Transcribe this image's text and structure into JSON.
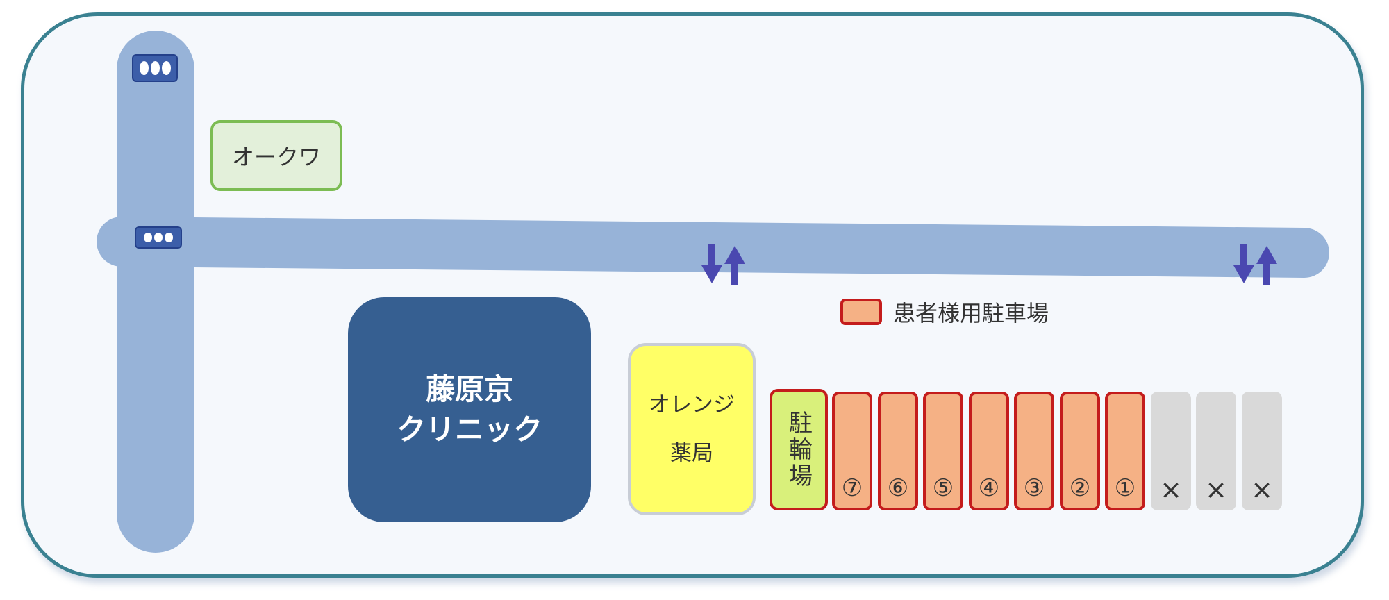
{
  "map": {
    "landmarks": {
      "okuwa": "オークワ",
      "clinic_line1": "藤原京",
      "clinic_line2": "クリニック",
      "pharmacy_line1": "オレンジ",
      "pharmacy_line2": "薬局",
      "bicycle_parking": "駐輪場"
    },
    "legend": {
      "label": "患者様用駐車場",
      "color": "#f5b185"
    },
    "parking_slots": [
      {
        "label": "⑦",
        "type": "patient"
      },
      {
        "label": "⑥",
        "type": "patient"
      },
      {
        "label": "⑤",
        "type": "patient"
      },
      {
        "label": "④",
        "type": "patient"
      },
      {
        "label": "③",
        "type": "patient"
      },
      {
        "label": "②",
        "type": "patient"
      },
      {
        "label": "①",
        "type": "patient"
      },
      {
        "label": "×",
        "type": "unavailable"
      },
      {
        "label": "×",
        "type": "unavailable"
      },
      {
        "label": "×",
        "type": "unavailable"
      }
    ],
    "icons": [
      "traffic-signal-icon",
      "traffic-signal-icon",
      "entrance-exit-arrows-icon",
      "entrance-exit-arrows-icon"
    ],
    "colors": {
      "road": "#97b3d8",
      "frame_border": "#3a8191",
      "clinic": "#365f91",
      "pharmacy": "#ffff66",
      "supermarket": "#e3f0da",
      "bicycle_parking": "#d9f07b",
      "patient_parking": "#f5b185",
      "unavailable_parking": "#d9d9d9",
      "arrow": "#4a48b0"
    }
  }
}
